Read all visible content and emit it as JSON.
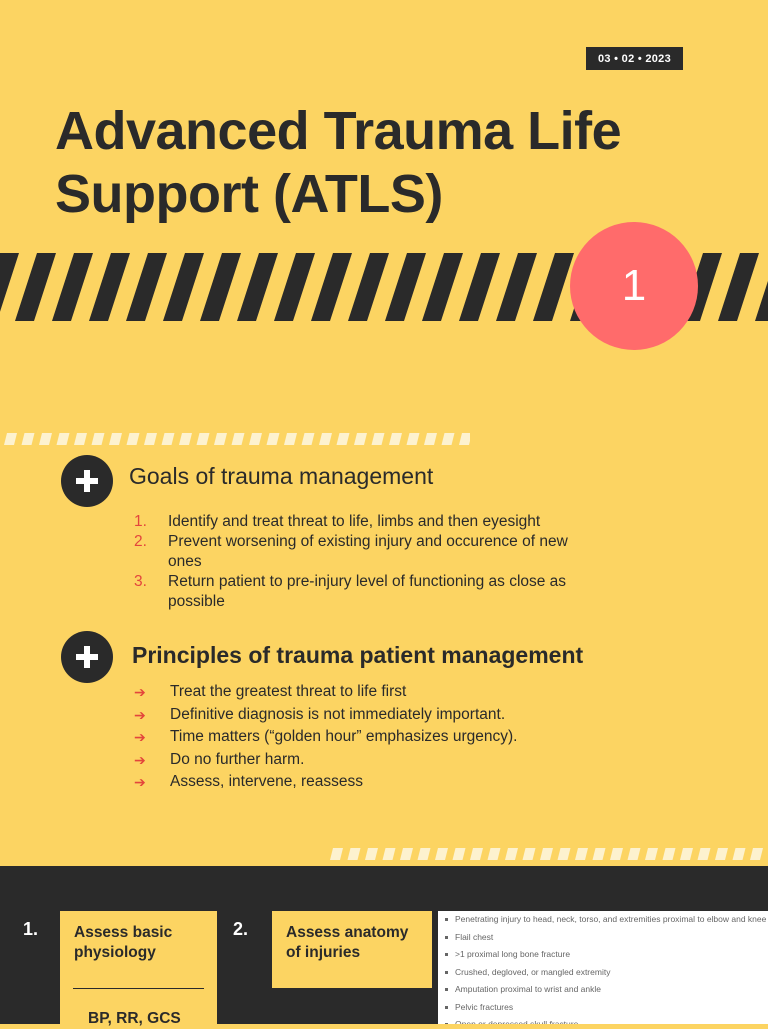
{
  "date": "03 • 02 • 2023",
  "title_line1": "Advanced Trauma Life",
  "title_line2": "Support (ATLS)",
  "slide_number": "1",
  "goals": {
    "heading": "Goals of trauma management",
    "items": [
      {
        "num": "1.",
        "text": "Identify and treat threat to life, limbs and then eyesight"
      },
      {
        "num": "2.",
        "text": "Prevent worsening of existing injury and occurence of new ones"
      },
      {
        "num": "3.",
        "text": "Return patient to pre-injury level of functioning as close as possible"
      }
    ]
  },
  "principles": {
    "heading": "Principles of trauma patient management",
    "arrow": "➔",
    "items": [
      "Treat the greatest threat to life first",
      "Definitive diagnosis is not immediately important.",
      "Time matters (“golden hour” emphasizes urgency).",
      "Do no further harm.",
      "Assess, intervene, reassess"
    ]
  },
  "steps": [
    {
      "num": "1.",
      "label_line1": "Assess basic",
      "label_line2": "physiology",
      "sub": "BP, RR, GCS"
    },
    {
      "num": "2.",
      "label_line1": "Assess anatomy",
      "label_line2": "of injuries"
    }
  ],
  "criteria": [
    "Penetrating injury to head, neck, torso, and extremities proximal to elbow and knee",
    "Flail chest",
    ">1 proximal long bone fracture",
    "Crushed, degloved, or mangled extremity",
    "Amputation proximal to wrist and ankle",
    "Pelvic fractures",
    "Open or depressed skull fracture"
  ],
  "colors": {
    "background": "#fcd462",
    "dark": "#2a2a2a",
    "accent_circle": "#ff6b6b",
    "list_marker": "#e3463c"
  }
}
